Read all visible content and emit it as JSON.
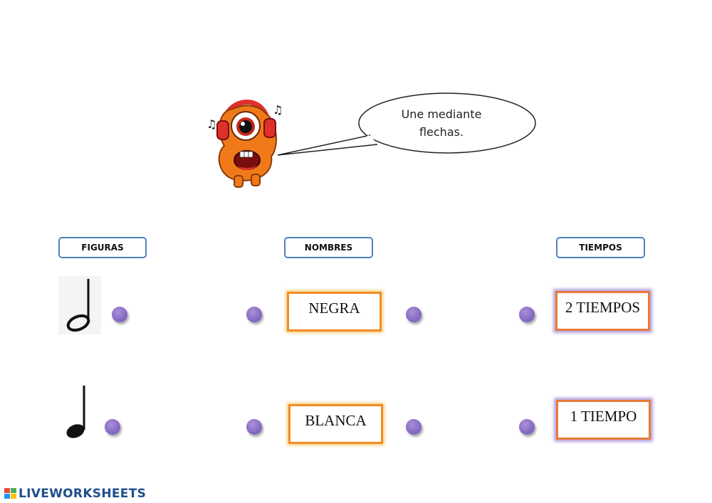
{
  "speech": {
    "line1": "Une mediante",
    "line2": "flechas."
  },
  "headers": {
    "figuras": "FIGURAS",
    "nombres": "NOMBRES",
    "tiempos": "TIEMPOS"
  },
  "nombres": [
    "NEGRA",
    "BLANCA"
  ],
  "tiempos": [
    "2 TIEMPOS",
    "1 TIEMPO"
  ],
  "figures": [
    "half-note-icon",
    "quarter-note-icon"
  ],
  "branding": {
    "logo_text": "LIVEWORKSHEETS"
  },
  "colors": {
    "header_border": "#4f81bd",
    "dot": "#8a6cc7",
    "name_border": "#f28c28",
    "time_glow": "#b9a3e0",
    "mascot": "#f07a1a",
    "headphones": "#e0302c"
  }
}
